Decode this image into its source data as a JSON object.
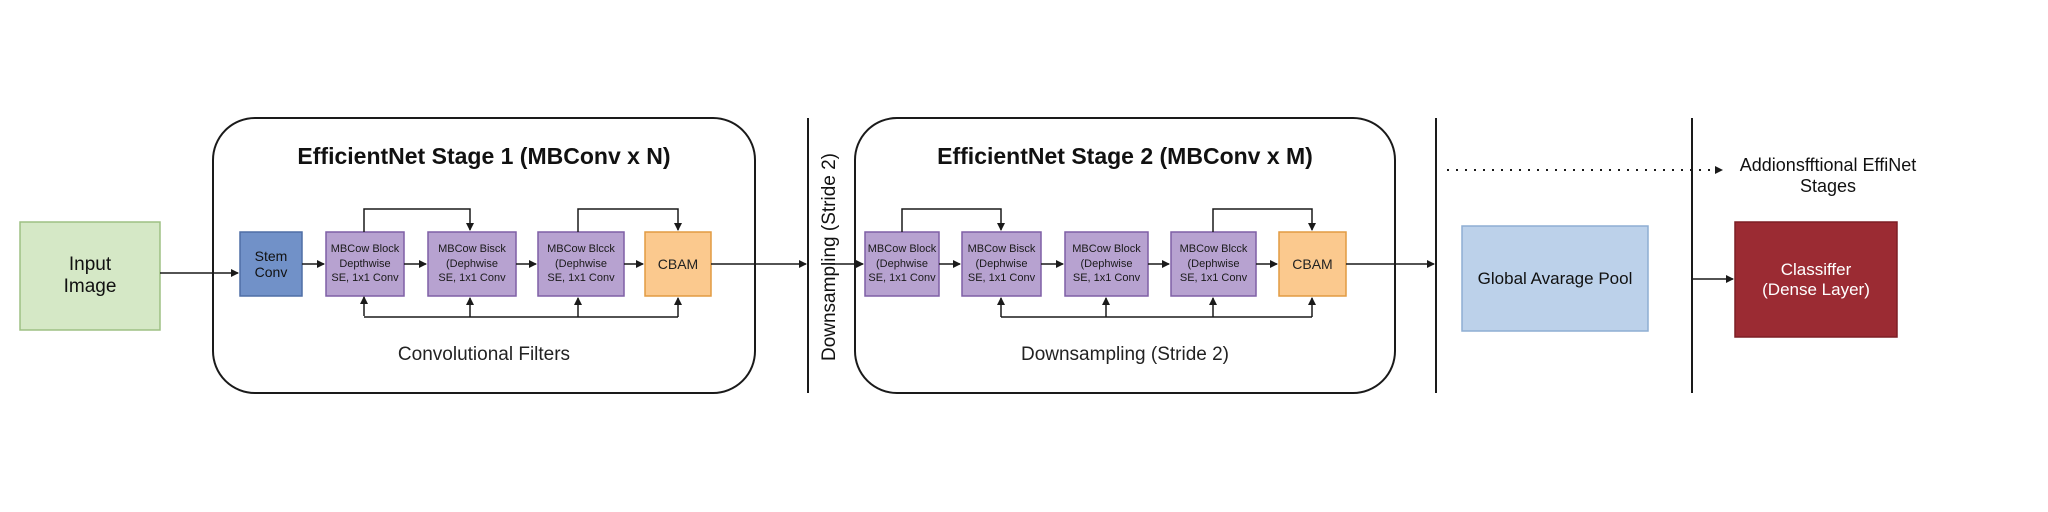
{
  "input": {
    "label": "Input\nImage"
  },
  "stage1": {
    "title": "EfficientNet Stage 1 (MBConv x N)",
    "stem": "Stem\nConv",
    "blocks": [
      "MBCow Block\nDepthwise\nSE, 1x1 Conv",
      "MBCow Bisck\n(Dephwise\nSE, 1x1 Conv",
      "MBCow Blcck\n(Dephwise\nSE, 1x1 Conv"
    ],
    "cbam": "CBAM",
    "caption": "Convolutional Filters"
  },
  "separator_label": "Downsampling (Stride 2)",
  "stage2": {
    "title": "EfficientNet Stage 2 (MBConv x M)",
    "blocks": [
      "MBCow Block\n(Dephwise\nSE, 1x1 Conv",
      "MBCow Bisck\n(Dephwise\nSE, 1x1 Conv",
      "MBCow Block\n(Dephwise\nSE, 1x1 Conv",
      "MBCow Blcck\n(Dephwise\nSE, 1x1 Conv"
    ],
    "cbam": "CBAM",
    "caption": "Downsampling (Stride 2)"
  },
  "pool": {
    "label": "Global Avarage Pool"
  },
  "extra": {
    "label": "Addionsfftional EffiNet\nStages"
  },
  "classifier": {
    "label": "Classiffer\n(Dense Layer)"
  },
  "colors": {
    "input_fill": "#d5e8c6",
    "input_stroke": "#9dc083",
    "stem_fill": "#7191c8",
    "stem_stroke": "#4f6ea6",
    "block_fill": "#b7a2d0",
    "block_stroke": "#7f5fa6",
    "cbam_fill": "#fbc98e",
    "cbam_stroke": "#e29b42",
    "pool_fill": "#bcd1ea",
    "pool_stroke": "#8eaed3",
    "classifier_fill": "#9b2b33",
    "classifier_stroke": "#7d1e25",
    "line": "#1a1a1a"
  }
}
